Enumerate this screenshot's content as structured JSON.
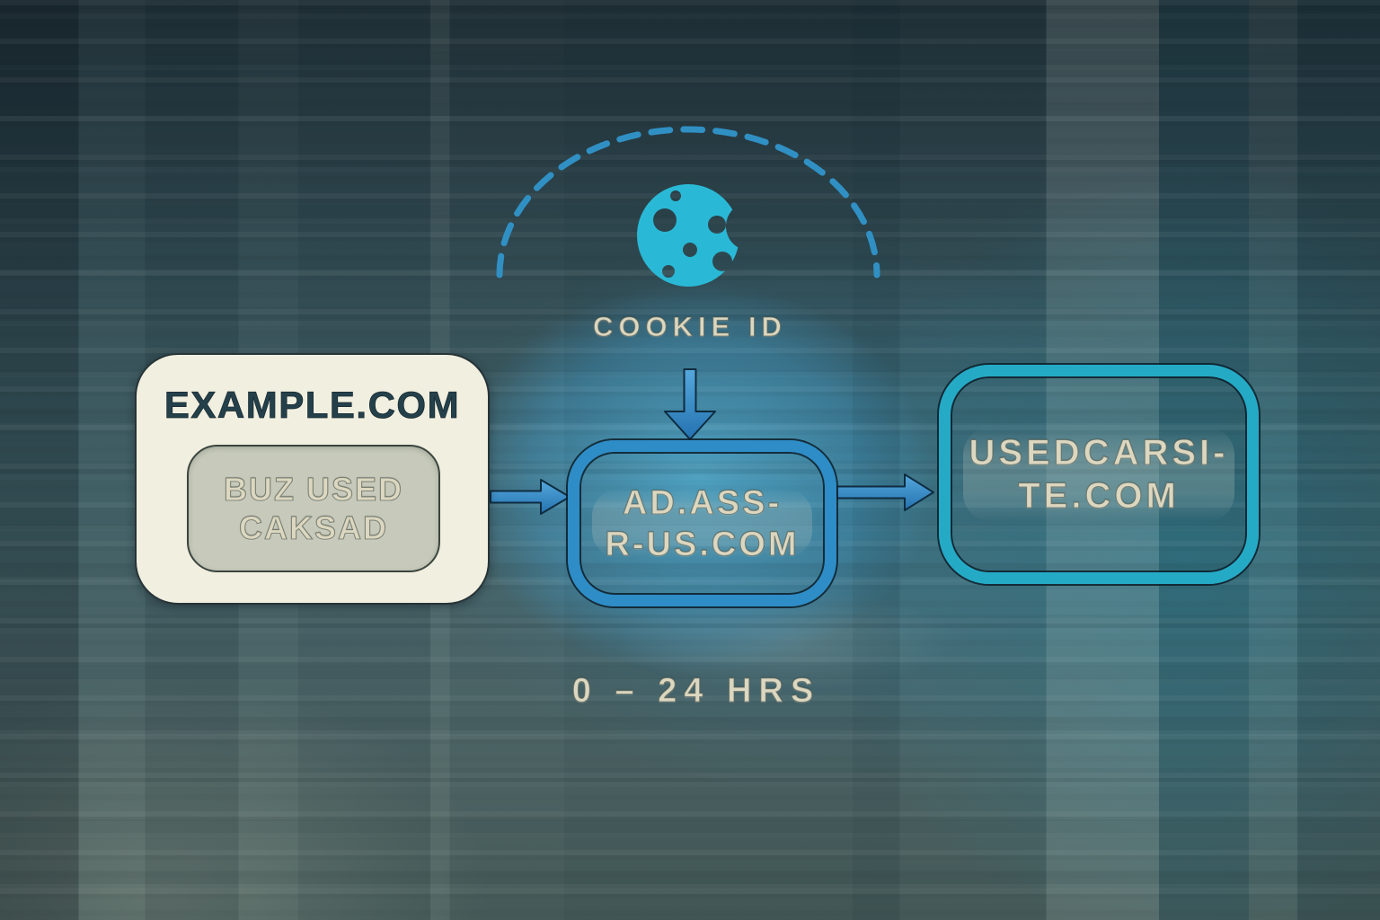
{
  "diagram": {
    "title_hidden": "",
    "cookie": {
      "icon": "cookie-icon",
      "label": "COOKIE ID",
      "color": "#29b9d6"
    },
    "nodes": {
      "publisher": {
        "title": "EXAMPLE.COM",
        "fill_color": "#f1efdf",
        "title_color": "#24404b",
        "ad_slot": {
          "line1": "BUZ USED",
          "line2": "CAKSAD",
          "fill_color": "#c7cabb"
        }
      },
      "ad_server": {
        "line1": "AD.ASS-",
        "line2": "R-US.COM",
        "border_color": "#2e8cc6"
      },
      "advertiser": {
        "line1": "USEDCARSI-",
        "line2": "TE.COM",
        "border_color": "#25aac6"
      }
    },
    "duration": {
      "label": "0 – 24 HRS"
    },
    "connectors": {
      "arrow_color": "#2f8ac2",
      "arc_color": "#3090c4",
      "arc_style": "dashed"
    },
    "text_color": "#dcd7c0"
  }
}
